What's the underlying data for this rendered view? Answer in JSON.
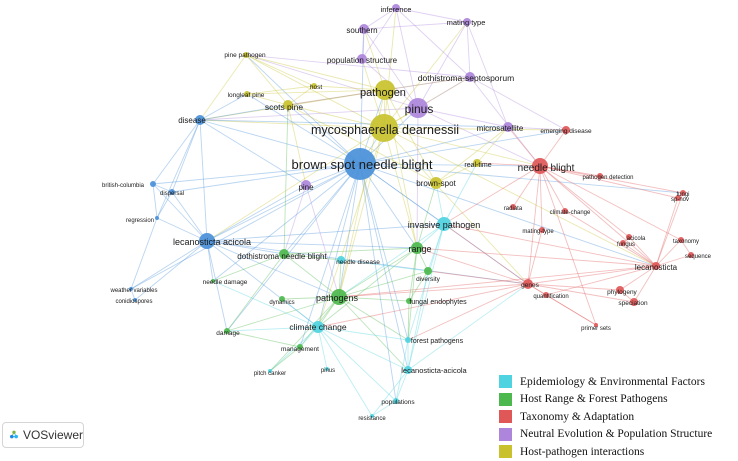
{
  "app": {
    "name": "VOSviewer",
    "logo_icon": "vosviewer-logo-icon"
  },
  "colors": {
    "epidemiology": "#4fd3e0",
    "host_range": "#4db84d",
    "taxonomy": "#e05757",
    "neutral_evolution": "#ad85db",
    "host_pathogen": "#c9c22e",
    "cluster_blue": "#4a90d9"
  },
  "legend": [
    {
      "label": "Epidemiology & Environmental Factors",
      "color_key": "epidemiology"
    },
    {
      "label": "Host Range & Forest Pathogens",
      "color_key": "host_range"
    },
    {
      "label": "Taxonomy & Adaptation",
      "color_key": "taxonomy"
    },
    {
      "label": "Neutral Evolution & Population Structure",
      "color_key": "neutral_evolution"
    },
    {
      "label": "Host-pathogen interactions",
      "color_key": "host_pathogen"
    }
  ],
  "nodes": [
    {
      "id": "brown-spot-needle-blight",
      "label": "brown spot needle blight",
      "cluster": "cluster_blue",
      "weight": 10
    },
    {
      "id": "mycosphaerella-dearnessii",
      "label": "mycosphaerella dearnessii",
      "cluster": "host_pathogen",
      "weight": 9
    },
    {
      "id": "pinus",
      "label": "pinus",
      "cluster": "neutral_evolution",
      "weight": 6
    },
    {
      "id": "pathogen",
      "label": "pathogen",
      "cluster": "host_pathogen",
      "weight": 6
    },
    {
      "id": "lecanosticta-acicola-blue",
      "label": "lecanosticta acicola",
      "cluster": "cluster_blue",
      "weight": 5
    },
    {
      "id": "needle-blight",
      "label": "needle blight",
      "cluster": "taxonomy",
      "weight": 5
    },
    {
      "id": "pathogens",
      "label": "pathogens",
      "cluster": "host_range",
      "weight": 5
    },
    {
      "id": "invasive-pathogen",
      "label": "invasive pathogen",
      "cluster": "epidemiology",
      "weight": 4
    },
    {
      "id": "range",
      "label": "range",
      "cluster": "host_range",
      "weight": 4
    },
    {
      "id": "climate-change",
      "label": "climate change",
      "cluster": "epidemiology",
      "weight": 4
    },
    {
      "id": "dothistroma-septosporum",
      "label": "dothistroma-septosporum",
      "cluster": "neutral_evolution",
      "weight": 3
    },
    {
      "id": "scots-pine",
      "label": "scots pine",
      "cluster": "host_pathogen",
      "weight": 3
    },
    {
      "id": "disease",
      "label": "disease",
      "cluster": "cluster_blue",
      "weight": 3
    },
    {
      "id": "microsatellite",
      "label": "microsatellite",
      "cluster": "neutral_evolution",
      "weight": 3
    },
    {
      "id": "pine",
      "label": "pine",
      "cluster": "neutral_evolution",
      "weight": 3
    },
    {
      "id": "southern",
      "label": "southern",
      "cluster": "neutral_evolution",
      "weight": 3
    },
    {
      "id": "population-structure",
      "label": "population structure",
      "cluster": "neutral_evolution",
      "weight": 3
    },
    {
      "id": "inference",
      "label": "inference",
      "cluster": "neutral_evolution",
      "weight": 3
    },
    {
      "id": "mating-type-top",
      "label": "mating type",
      "cluster": "neutral_evolution",
      "weight": 2
    },
    {
      "id": "pine-pathogen",
      "label": "pine pathogen",
      "cluster": "host_pathogen",
      "weight": 2
    },
    {
      "id": "host",
      "label": "host",
      "cluster": "host_pathogen",
      "weight": 2
    },
    {
      "id": "longleaf-pine",
      "label": "longleaf pine",
      "cluster": "host_pathogen",
      "weight": 2
    },
    {
      "id": "real-time",
      "label": "real-time",
      "cluster": "host_pathogen",
      "weight": 2
    },
    {
      "id": "brown-spot",
      "label": "brown-spot",
      "cluster": "host_pathogen",
      "weight": 3
    },
    {
      "id": "emerging-disease",
      "label": "emerging disease",
      "cluster": "taxonomy",
      "weight": 2
    },
    {
      "id": "pathogen-detection",
      "label": "pathogen detection",
      "cluster": "taxonomy",
      "weight": 2
    },
    {
      "id": "fungi",
      "label": "fungi",
      "cluster": "taxonomy",
      "weight": 2
    },
    {
      "id": "sp-nov",
      "label": "sp-nov",
      "cluster": "taxonomy",
      "weight": 2
    },
    {
      "id": "radiata",
      "label": "radiata",
      "cluster": "taxonomy",
      "weight": 2
    },
    {
      "id": "climate-change-red",
      "label": "climate-change",
      "cluster": "taxonomy",
      "weight": 2
    },
    {
      "id": "mating-type-red",
      "label": "mating-type",
      "cluster": "taxonomy",
      "weight": 2
    },
    {
      "id": "acicola",
      "label": "acicola",
      "cluster": "taxonomy",
      "weight": 2
    },
    {
      "id": "taxonomy",
      "label": "taxonomy",
      "cluster": "taxonomy",
      "weight": 2
    },
    {
      "id": "fungus",
      "label": "fungus",
      "cluster": "taxonomy",
      "weight": 2
    },
    {
      "id": "sequence",
      "label": "sequence",
      "cluster": "taxonomy",
      "weight": 2
    },
    {
      "id": "lecanosticta",
      "label": "lecanosticta",
      "cluster": "taxonomy",
      "weight": 3
    },
    {
      "id": "genes",
      "label": "genes",
      "cluster": "taxonomy",
      "weight": 3
    },
    {
      "id": "quantification",
      "label": "quantification",
      "cluster": "taxonomy",
      "weight": 2
    },
    {
      "id": "phylogeny",
      "label": "phylogeny",
      "cluster": "taxonomy",
      "weight": 2
    },
    {
      "id": "speciation",
      "label": "speciation",
      "cluster": "taxonomy",
      "weight": 2
    },
    {
      "id": "primer-sets",
      "label": "primer sets",
      "cluster": "taxonomy",
      "weight": 1
    },
    {
      "id": "british-columbia",
      "label": "british-columbia",
      "cluster": "cluster_blue",
      "weight": 2
    },
    {
      "id": "dispersal",
      "label": "dispersal",
      "cluster": "cluster_blue",
      "weight": 2
    },
    {
      "id": "regression",
      "label": "regression",
      "cluster": "cluster_blue",
      "weight": 1
    },
    {
      "id": "weather-variables",
      "label": "weather variables",
      "cluster": "cluster_blue",
      "weight": 1
    },
    {
      "id": "conidiospores",
      "label": "conidiospores",
      "cluster": "cluster_blue",
      "weight": 1
    },
    {
      "id": "dothistroma-needle-blight",
      "label": "dothistroma needle blight",
      "cluster": "host_range",
      "weight": 3
    },
    {
      "id": "needle-disease",
      "label": "needle disease",
      "cluster": "epidemiology",
      "weight": 2
    },
    {
      "id": "diversity",
      "label": "diversity",
      "cluster": "host_range",
      "weight": 2
    },
    {
      "id": "needle-damage",
      "label": "needle damage",
      "cluster": "host_range",
      "weight": 1
    },
    {
      "id": "dynamics",
      "label": "dynamics",
      "cluster": "host_range",
      "weight": 1
    },
    {
      "id": "fungal-endophytes",
      "label": "fungal endophytes",
      "cluster": "host_range",
      "weight": 2
    },
    {
      "id": "damage",
      "label": "damage",
      "cluster": "host_range",
      "weight": 2
    },
    {
      "id": "management",
      "label": "management",
      "cluster": "host_range",
      "weight": 2
    },
    {
      "id": "forest-pathogens",
      "label": "forest pathogens",
      "cluster": "epidemiology",
      "weight": 2
    },
    {
      "id": "pitch-canker",
      "label": "pitch canker",
      "cluster": "epidemiology",
      "weight": 1
    },
    {
      "id": "pinus-small",
      "label": "pinus",
      "cluster": "epidemiology",
      "weight": 1
    },
    {
      "id": "lecanosticta-acicola-cyan",
      "label": "lecanosticta-acicola",
      "cluster": "epidemiology",
      "weight": 3
    },
    {
      "id": "populations",
      "label": "populations",
      "cluster": "epidemiology",
      "weight": 2
    },
    {
      "id": "resistance",
      "label": "resistance",
      "cluster": "epidemiology",
      "weight": 1
    }
  ]
}
